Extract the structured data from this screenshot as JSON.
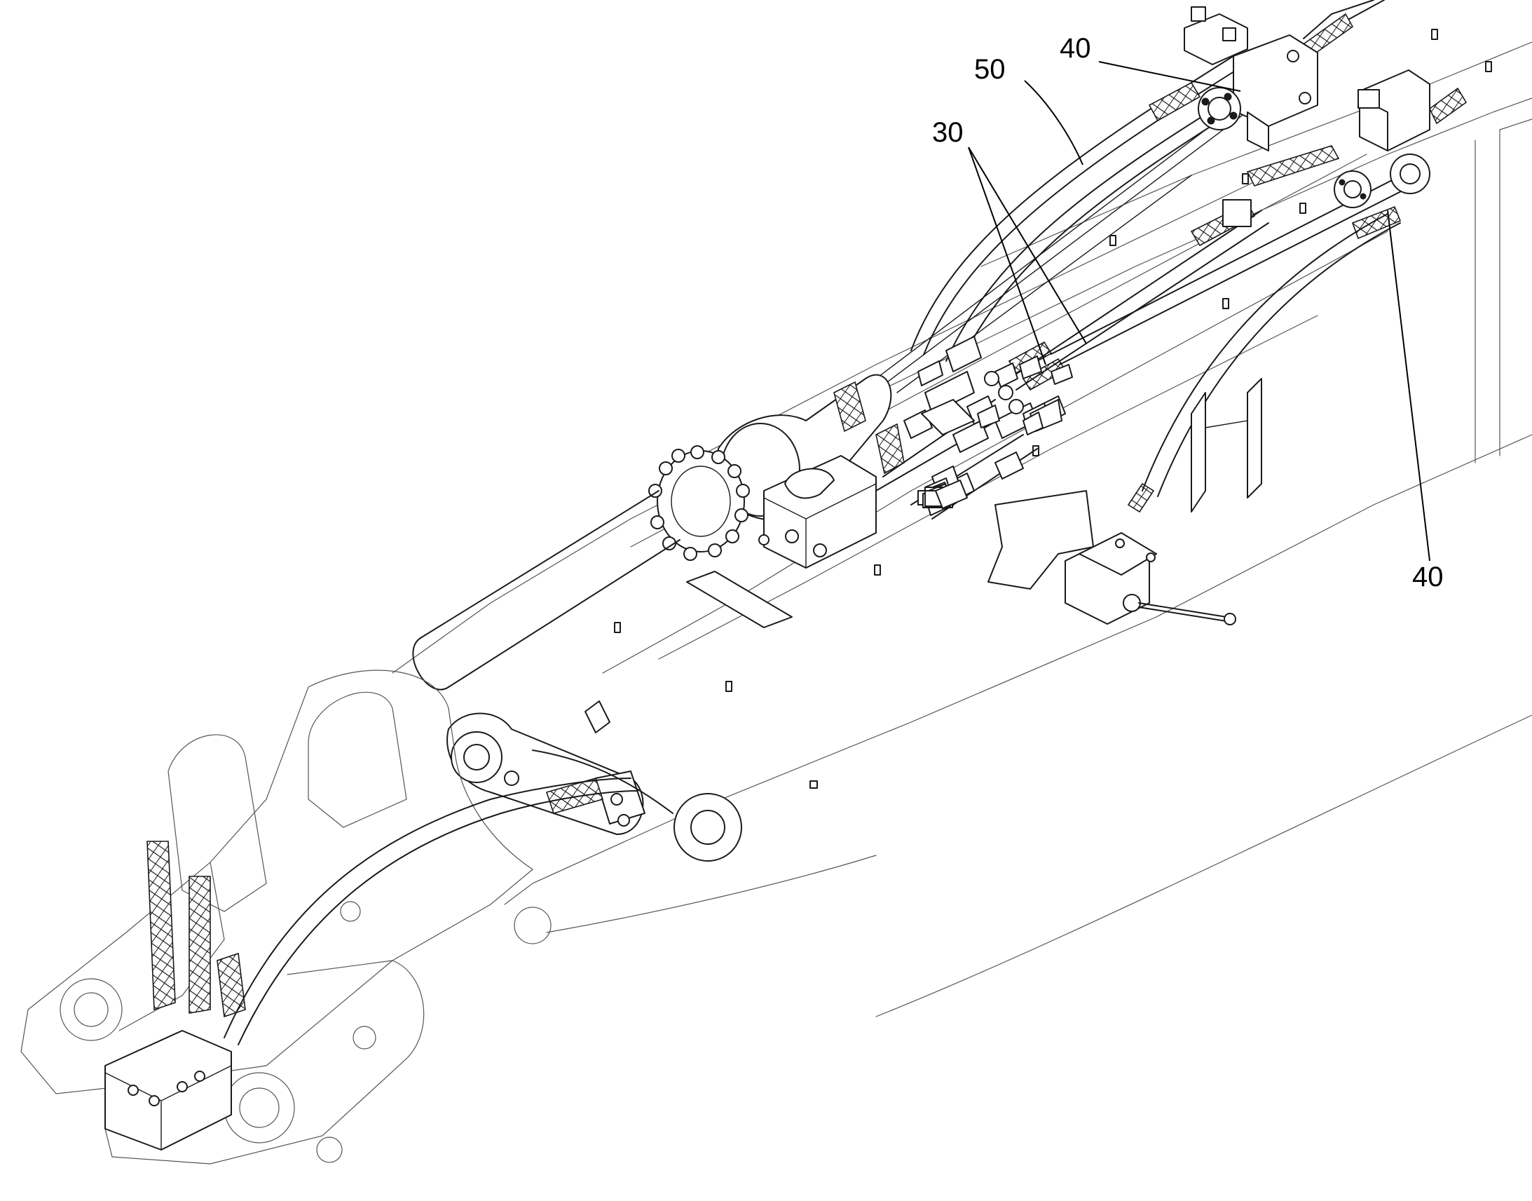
{
  "figure": {
    "labels": [
      {
        "id": "label-30",
        "text": "30"
      },
      {
        "id": "label-40-top",
        "text": "40"
      },
      {
        "id": "label-50",
        "text": "50"
      },
      {
        "id": "label-40-right",
        "text": "40"
      }
    ]
  },
  "colors": {
    "line": "#1a1a1a",
    "background": "#ffffff"
  }
}
